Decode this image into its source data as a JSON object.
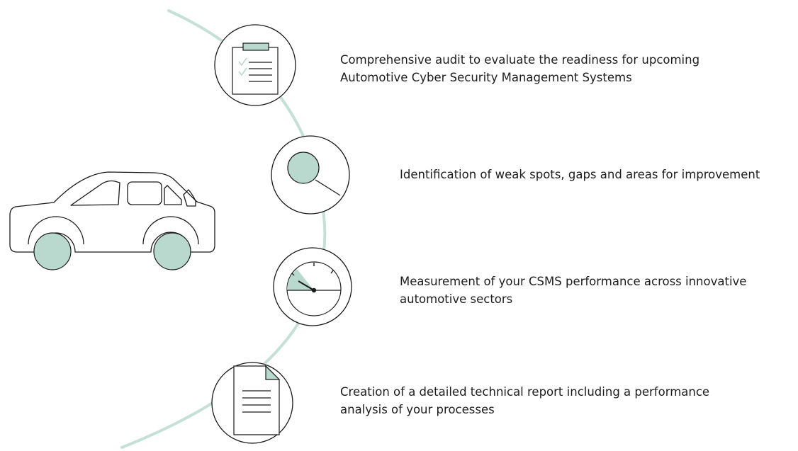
{
  "colors": {
    "accent": "#b9d9cf",
    "arc": "#c5e0d7",
    "outline": "#1a1a1a",
    "background": "#ffffff"
  },
  "illustration": {
    "name": "car-icon"
  },
  "steps": [
    {
      "icon": "clipboard-checklist-icon",
      "lines": [
        "Comprehensive audit to evaluate the readiness for upcoming",
        "Automotive Cyber Security Management Systems"
      ]
    },
    {
      "icon": "magnifier-icon",
      "lines": [
        "Identification of weak spots, gaps and areas for improvement"
      ]
    },
    {
      "icon": "gauge-icon",
      "lines": [
        "Measurement of your CSMS performance across innovative",
        "automotive sectors"
      ]
    },
    {
      "icon": "document-icon",
      "lines": [
        "Creation of a detailed technical report including a performance",
        "analysis of your processes"
      ]
    }
  ]
}
